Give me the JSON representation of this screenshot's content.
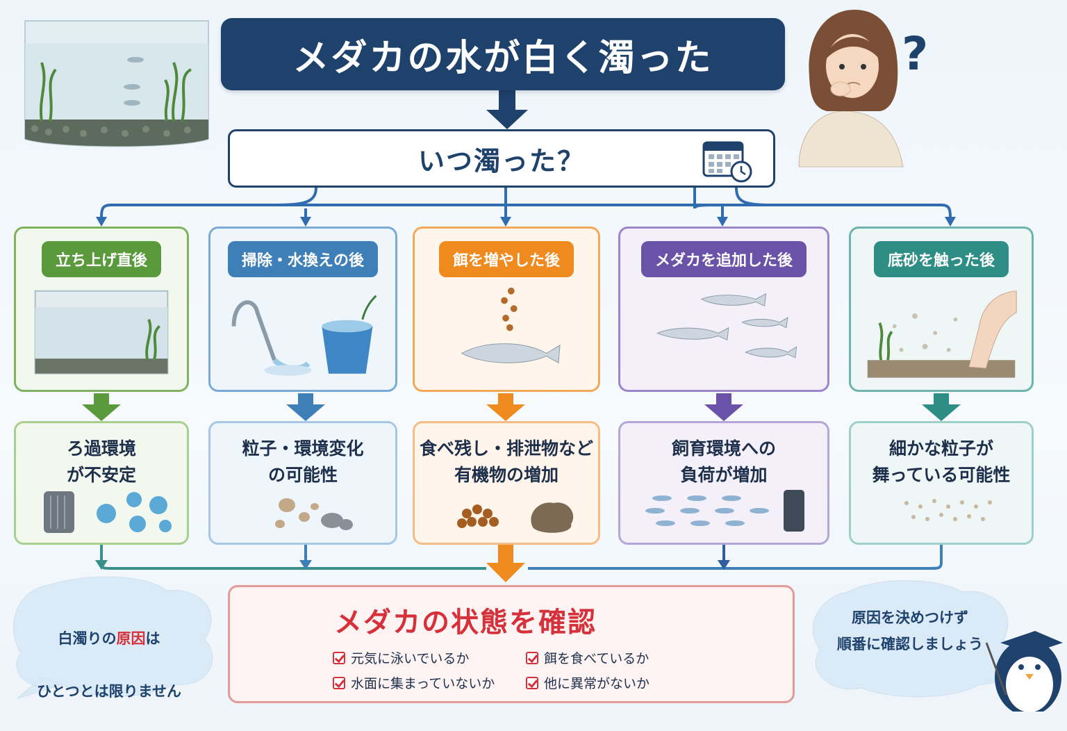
{
  "title": "メダカの水が白く濁った",
  "question": "いつ濁った？",
  "question_mark": "?",
  "timings": [
    {
      "label": "立ち上げ直後",
      "color": "#5a9a3c",
      "result": "ろ過環境\nが不安定"
    },
    {
      "label": "掃除・水換えの後",
      "color": "#3f7fb8",
      "result": "粒子・環境変化\nの可能性"
    },
    {
      "label": "餌を増やした後",
      "color": "#ef8a1e",
      "result": "食べ残し・排泄物など\n有機物の増加"
    },
    {
      "label": "メダカを追加した後",
      "color": "#6a52a8",
      "result": "飼育環境への\n負荷が増加"
    },
    {
      "label": "底砂を触った後",
      "color": "#2e8e86",
      "result": "細かな粒子が\n舞っている可能性"
    }
  ],
  "check": {
    "title": "メダカの状態を確認",
    "items": [
      "元気に泳いでいるか",
      "餌を食べているか",
      "水面に集まっていないか",
      "他に異常がないか"
    ]
  },
  "left_bubble": {
    "line1_pre": "白濁りの",
    "line1_em": "原因",
    "line1_post": "は",
    "line2": "ひとつとは限りません"
  },
  "right_bubble": "原因を決めつけず\n順番に確認しましょう"
}
